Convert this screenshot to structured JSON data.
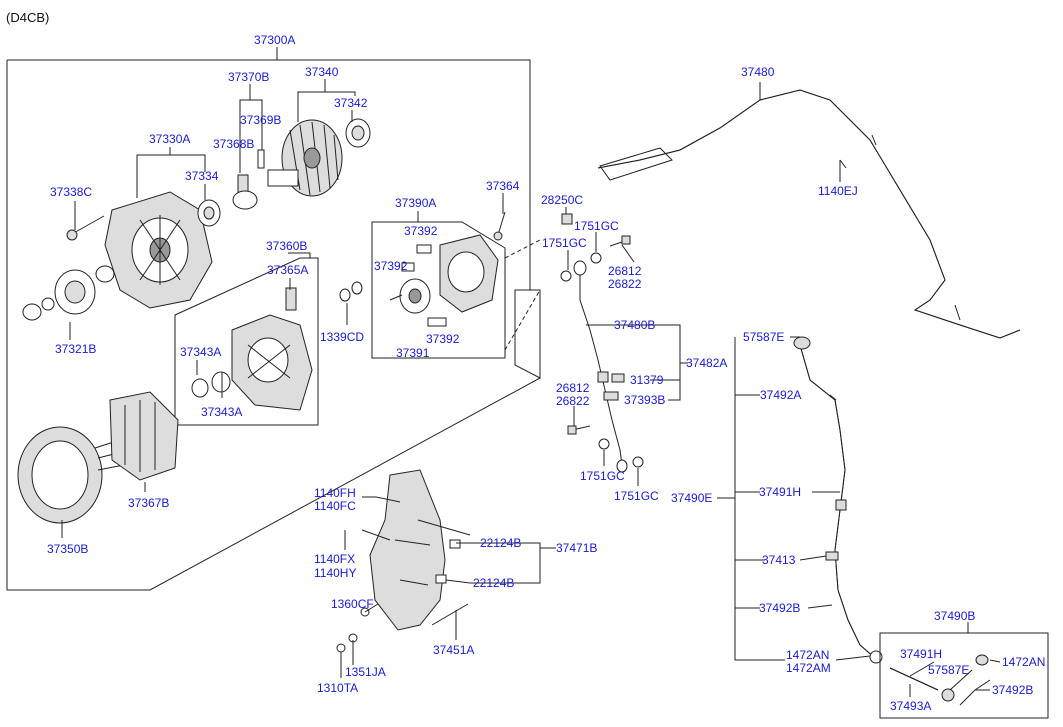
{
  "header": {
    "engine": "(D4CB)"
  },
  "labels": {
    "p37300A": "37300A",
    "p37340": "37340",
    "p37370B": "37370B",
    "p37342": "37342",
    "p37369B": "37369B",
    "p37330A": "37330A",
    "p37368B": "37368B",
    "p37334": "37334",
    "p37338C": "37338C",
    "p37364": "37364",
    "p37390A": "37390A",
    "p37392a": "37392",
    "p37392b": "37392",
    "p37392c": "37392",
    "p37391": "37391",
    "p37360B": "37360B",
    "p37365A": "37365A",
    "p1339CD": "1339CD",
    "p37321B": "37321B",
    "p37343Aa": "37343A",
    "p37343Ab": "37343A",
    "p37367B": "37367B",
    "p37350B": "37350B",
    "p28250C": "28250C",
    "p1751GCa": "1751GC",
    "p1751GCb": "1751GC",
    "p26812a": "26812",
    "p26822a": "26822",
    "p37480B": "37480B",
    "p37482A": "37482A",
    "p31379": "31379",
    "p26812b": "26812",
    "p26822b": "26822",
    "p37393B": "37393B",
    "p1751GCc": "1751GC",
    "p1751GCd": "1751GC",
    "p37480": "37480",
    "p1140EJ": "1140EJ",
    "p57587Ea": "57587E",
    "p37492A": "37492A",
    "p37490E": "37490E",
    "p37491Ha": "37491H",
    "p37413": "37413",
    "p37492B": "37492B",
    "p1472AN": "1472AN",
    "p1472AM": "1472AM",
    "p37490B": "37490B",
    "p37491Hb": "37491H",
    "p57587Eb": "57587E",
    "p1472ANb": "1472AN",
    "p37492Bb": "37492B",
    "p37493A": "37493A",
    "p1140FH": "1140FH",
    "p1140FC": "1140FC",
    "p1140FX": "1140FX",
    "p1140HY": "1140HY",
    "p22124Ba": "22124B",
    "p22124Bb": "22124B",
    "p37471B": "37471B",
    "p1360CF": "1360CF",
    "p37451A": "37451A",
    "p1351JA": "1351JA",
    "p1310TA": "1310TA"
  }
}
